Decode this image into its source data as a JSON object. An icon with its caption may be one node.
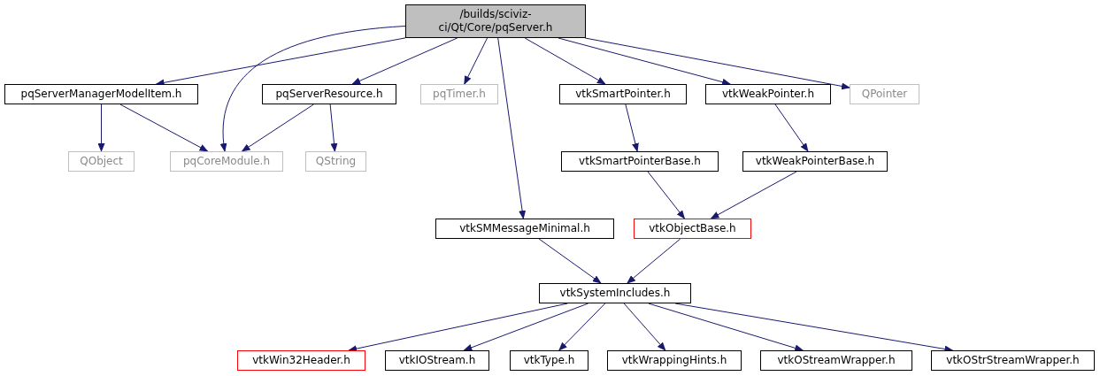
{
  "diagram": {
    "nodes": [
      {
        "text": [
          "/builds/sciviz-ci/Qt/Core/pqServer.h"
        ]
      },
      {
        "text": [
          "pqServerManagerModelItem.h"
        ]
      },
      {
        "text": [
          "pqServerResource.h"
        ]
      },
      {
        "text": [
          "pqTimer.h"
        ]
      },
      {
        "text": [
          "vtkSmartPointer.h"
        ]
      },
      {
        "text": [
          "vtkWeakPointer.h"
        ]
      },
      {
        "text": [
          "QPointer"
        ]
      },
      {
        "text": [
          "QObject"
        ]
      },
      {
        "text": [
          "pqCoreModule.h"
        ]
      },
      {
        "text": [
          "QString"
        ]
      },
      {
        "text": [
          "vtkSmartPointerBase.h"
        ]
      },
      {
        "text": [
          "vtkWeakPointerBase.h"
        ]
      },
      {
        "text": [
          "vtkSMMessageMinimal.h"
        ]
      },
      {
        "text": [
          "vtkObjectBase.h"
        ]
      },
      {
        "text": [
          "vtkSystemIncludes.h"
        ]
      },
      {
        "text": [
          "vtkWin32Header.h"
        ]
      },
      {
        "text": [
          "vtkIOStream.h"
        ]
      },
      {
        "text": [
          "vtkType.h"
        ]
      },
      {
        "text": [
          "vtkWrappingHints.h"
        ]
      },
      {
        "text": [
          "vtkOStreamWrapper.h"
        ]
      },
      {
        "text": [
          "vtkOStrStreamWrapper.h"
        ]
      }
    ],
    "edges": [
      {
        "from": 0,
        "to": 1,
        "arrow": "to"
      },
      {
        "from": 0,
        "to": 8,
        "arrow": "to"
      },
      {
        "from": 0,
        "to": 2,
        "arrow": "to"
      },
      {
        "from": 0,
        "to": 3,
        "arrow": "to"
      },
      {
        "from": 0,
        "to": 12,
        "arrow": "to"
      },
      {
        "from": 0,
        "to": 4,
        "arrow": "to"
      },
      {
        "from": 0,
        "to": 5,
        "arrow": "to"
      },
      {
        "from": 0,
        "to": 6,
        "arrow": "to"
      },
      {
        "from": 1,
        "to": 7,
        "arrow": "to"
      },
      {
        "from": 1,
        "to": 8,
        "arrow": "to"
      },
      {
        "from": 2,
        "to": 8,
        "arrow": "to"
      },
      {
        "from": 2,
        "to": 9,
        "arrow": "to"
      },
      {
        "from": 4,
        "to": 10,
        "arrow": "to"
      },
      {
        "from": 5,
        "to": 11,
        "arrow": "to"
      },
      {
        "from": 10,
        "to": 13,
        "arrow": "to"
      },
      {
        "from": 11,
        "to": 13,
        "arrow": "to"
      },
      {
        "from": 12,
        "to": 14,
        "arrow": "to"
      },
      {
        "from": 13,
        "to": 14,
        "arrow": "to"
      },
      {
        "from": 14,
        "to": 15,
        "arrow": "to"
      },
      {
        "from": 14,
        "to": 16,
        "arrow": "to"
      },
      {
        "from": 14,
        "to": 17,
        "arrow": "to"
      },
      {
        "from": 14,
        "to": 18,
        "arrow": "to"
      },
      {
        "from": 14,
        "to": 19,
        "arrow": "to"
      },
      {
        "from": 14,
        "to": 20,
        "arrow": "to"
      }
    ]
  }
}
